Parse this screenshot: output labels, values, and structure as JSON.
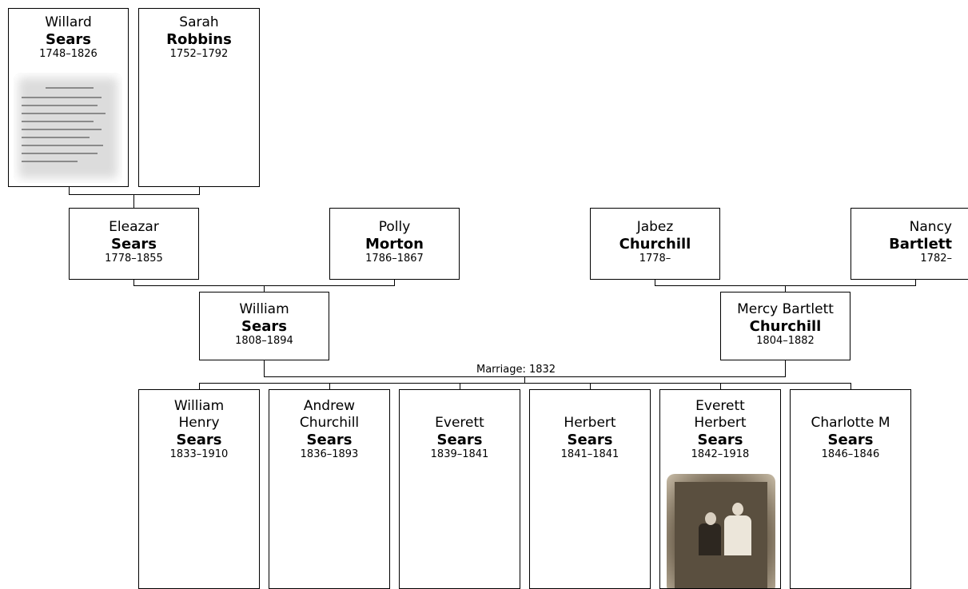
{
  "people": {
    "willard": {
      "given": "Willard",
      "surname": "Sears",
      "dates": "1748–1826"
    },
    "sarah": {
      "given": "Sarah",
      "surname": "Robbins",
      "dates": "1752–1792"
    },
    "eleazar": {
      "given": "Eleazar",
      "surname": "Sears",
      "dates": "1778–1855"
    },
    "polly": {
      "given": "Polly",
      "surname": "Morton",
      "dates": "1786–1867"
    },
    "jabez": {
      "given": "Jabez",
      "surname": "Churchill",
      "dates": "1778–"
    },
    "nancy": {
      "given": "Nancy",
      "surname": "Bartlett",
      "dates": "1782–"
    },
    "william": {
      "given": "William",
      "surname": "Sears",
      "dates": "1808–1894"
    },
    "mercy": {
      "given": "Mercy Bartlett",
      "surname": "Churchill",
      "dates": "1804–1882"
    },
    "william_henry": {
      "given1": "William",
      "given2": "Henry",
      "surname": "Sears",
      "dates": "1833–1910"
    },
    "andrew": {
      "given1": "Andrew",
      "given2": "Churchill",
      "surname": "Sears",
      "dates": "1836–1893"
    },
    "everett": {
      "given": "Everett",
      "surname": "Sears",
      "dates": "1839–1841"
    },
    "herbert": {
      "given": "Herbert",
      "surname": "Sears",
      "dates": "1841–1841"
    },
    "everett_herbert": {
      "given1": "Everett",
      "given2": "Herbert",
      "surname": "Sears",
      "dates": "1842–1918"
    },
    "charlotte": {
      "given": "Charlotte M",
      "surname": "Sears",
      "dates": "1846–1846"
    }
  },
  "marriage": {
    "label": "Marriage: 1832"
  },
  "colors": {
    "border": "#000000",
    "background": "#ffffff"
  }
}
